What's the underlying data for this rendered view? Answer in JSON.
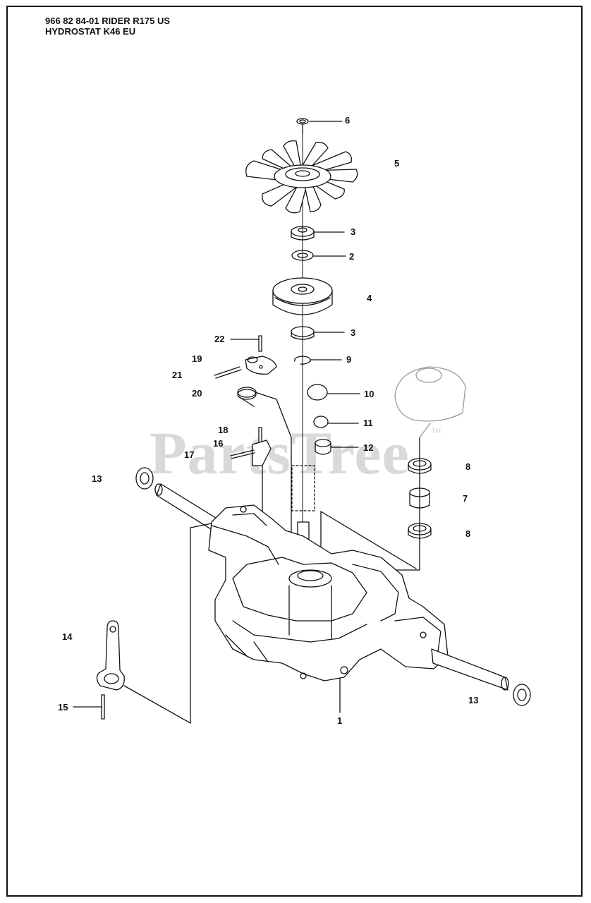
{
  "header": {
    "line1": "966 82 84-01 RIDER R175 US",
    "line2": "HYDROSTAT K46 EU"
  },
  "watermark": {
    "text": "PartsTree",
    "trademark": "TM",
    "color": "#d9d9d9"
  },
  "callouts": [
    {
      "id": "c6",
      "label": "6"
    },
    {
      "id": "c5",
      "label": "5"
    },
    {
      "id": "c3a",
      "label": "3"
    },
    {
      "id": "c2",
      "label": "2"
    },
    {
      "id": "c4",
      "label": "4"
    },
    {
      "id": "c3b",
      "label": "3"
    },
    {
      "id": "c22",
      "label": "22"
    },
    {
      "id": "c9",
      "label": "9"
    },
    {
      "id": "c19",
      "label": "19"
    },
    {
      "id": "c21",
      "label": "21"
    },
    {
      "id": "c10",
      "label": "10"
    },
    {
      "id": "c20",
      "label": "20"
    },
    {
      "id": "c11",
      "label": "11"
    },
    {
      "id": "c18",
      "label": "18"
    },
    {
      "id": "c16",
      "label": "16"
    },
    {
      "id": "c12",
      "label": "12"
    },
    {
      "id": "c17",
      "label": "17"
    },
    {
      "id": "c8a",
      "label": "8"
    },
    {
      "id": "c13a",
      "label": "13"
    },
    {
      "id": "c7",
      "label": "7"
    },
    {
      "id": "c8b",
      "label": "8"
    },
    {
      "id": "c14",
      "label": "14"
    },
    {
      "id": "c13b",
      "label": "13"
    },
    {
      "id": "c15",
      "label": "15"
    },
    {
      "id": "c1",
      "label": "1"
    }
  ]
}
